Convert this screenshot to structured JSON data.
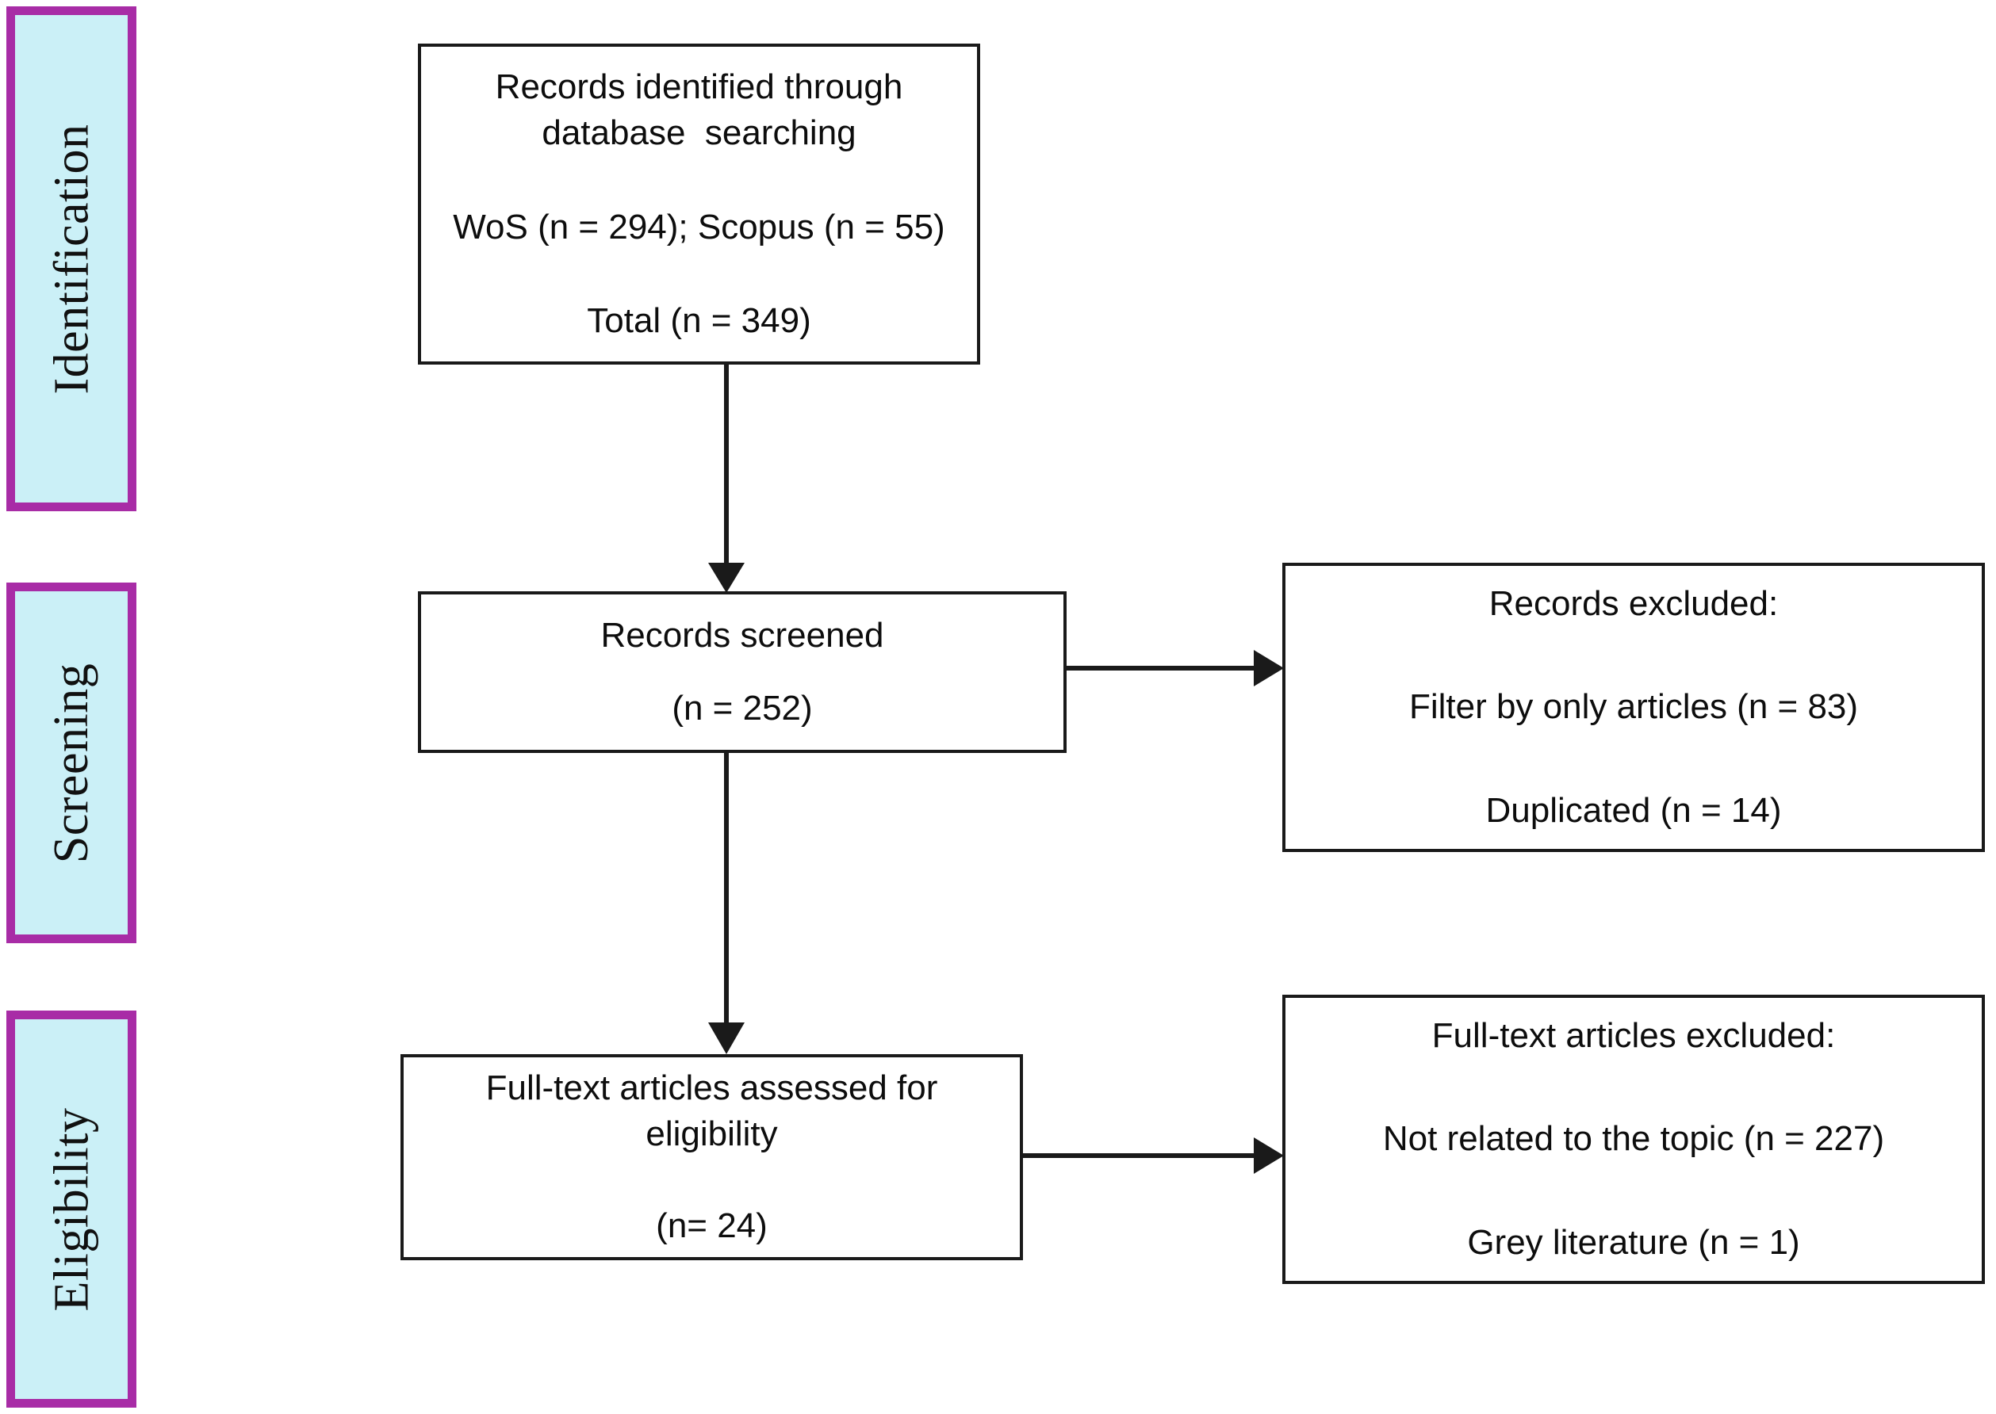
{
  "diagram": {
    "type": "prisma-flow-diagram",
    "colors": {
      "panel_fill": "#CBF0F7",
      "panel_border": "#A82CA6",
      "box_border": "#1a1a1a",
      "text": "#0d0d0d",
      "background": "#ffffff"
    },
    "phases": [
      {
        "id": "identification",
        "label": "Identification"
      },
      {
        "id": "screening",
        "label": "Screening"
      },
      {
        "id": "eligibility",
        "label": "Eligibility"
      }
    ],
    "boxes": {
      "identified": {
        "lines": [
          "Records identified through",
          "database  searching",
          "WoS (n = 294); Scopus (n = 55)",
          "Total (n = 349)"
        ]
      },
      "screened": {
        "lines": [
          "Records screened",
          "(n = 252)"
        ]
      },
      "records_excluded": {
        "lines": [
          "Records excluded:",
          "Filter by only articles (n = 83)",
          "Duplicated (n = 14)"
        ]
      },
      "fulltext_assessed": {
        "lines": [
          "Full-text articles assessed for",
          "eligibility",
          "(n= 24)"
        ]
      },
      "fulltext_excluded": {
        "lines": [
          "Full-text articles excluded:",
          "Not related to the topic (n = 227)",
          "Grey literature (n = 1)"
        ]
      }
    },
    "counts": {
      "wos": 294,
      "scopus": 55,
      "total_identified": 349,
      "screened": 252,
      "excluded_filter_only_articles": 83,
      "excluded_duplicated": 14,
      "fulltext_assessed": 24,
      "excluded_not_related": 227,
      "excluded_grey_literature": 1
    },
    "connectors": [
      {
        "id": "identified-to-screened",
        "direction": "down"
      },
      {
        "id": "screened-to-records-excluded",
        "direction": "right"
      },
      {
        "id": "screened-to-fulltext",
        "direction": "down"
      },
      {
        "id": "fulltext-to-fulltext-excluded",
        "direction": "right"
      }
    ]
  }
}
